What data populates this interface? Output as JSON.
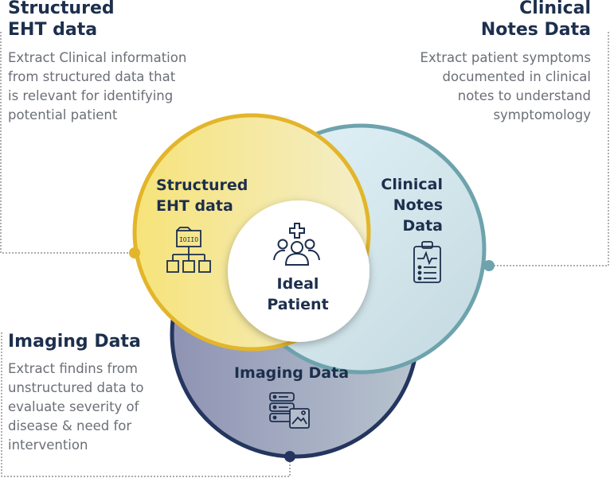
{
  "panels": {
    "structured": {
      "title": "Structured\nEHT data",
      "description": "Extract Clinical information\nfrom structured data that\nis relevant for identifying\npotential patient"
    },
    "clinical": {
      "title": "Clinical\nNotes Data",
      "description": "Extract patient symptoms\ndocumented in clinical\nnotes to understand\nsymptomology"
    },
    "imaging": {
      "title": "Imaging Data",
      "description": "Extract findins from\nunstructured data to\nevaluate severity of\ndisease & need for\nintervention"
    }
  },
  "circles": {
    "structured": {
      "label": "Structured\nEHT data",
      "icon": "database-tree-icon"
    },
    "clinical": {
      "label": "Clinical\nNotes\nData",
      "icon": "clipboard-icon"
    },
    "imaging": {
      "label": "Imaging Data",
      "icon": "server-image-icon"
    }
  },
  "center": {
    "label": "Ideal\nPatient",
    "icon": "patient-group-icon"
  },
  "colors": {
    "navy": "#1c2f4d",
    "gold": "#e3b52a",
    "teal": "#6ea3ad",
    "imaging_ring": "#24365f",
    "gray_text": "#6b6f76"
  }
}
